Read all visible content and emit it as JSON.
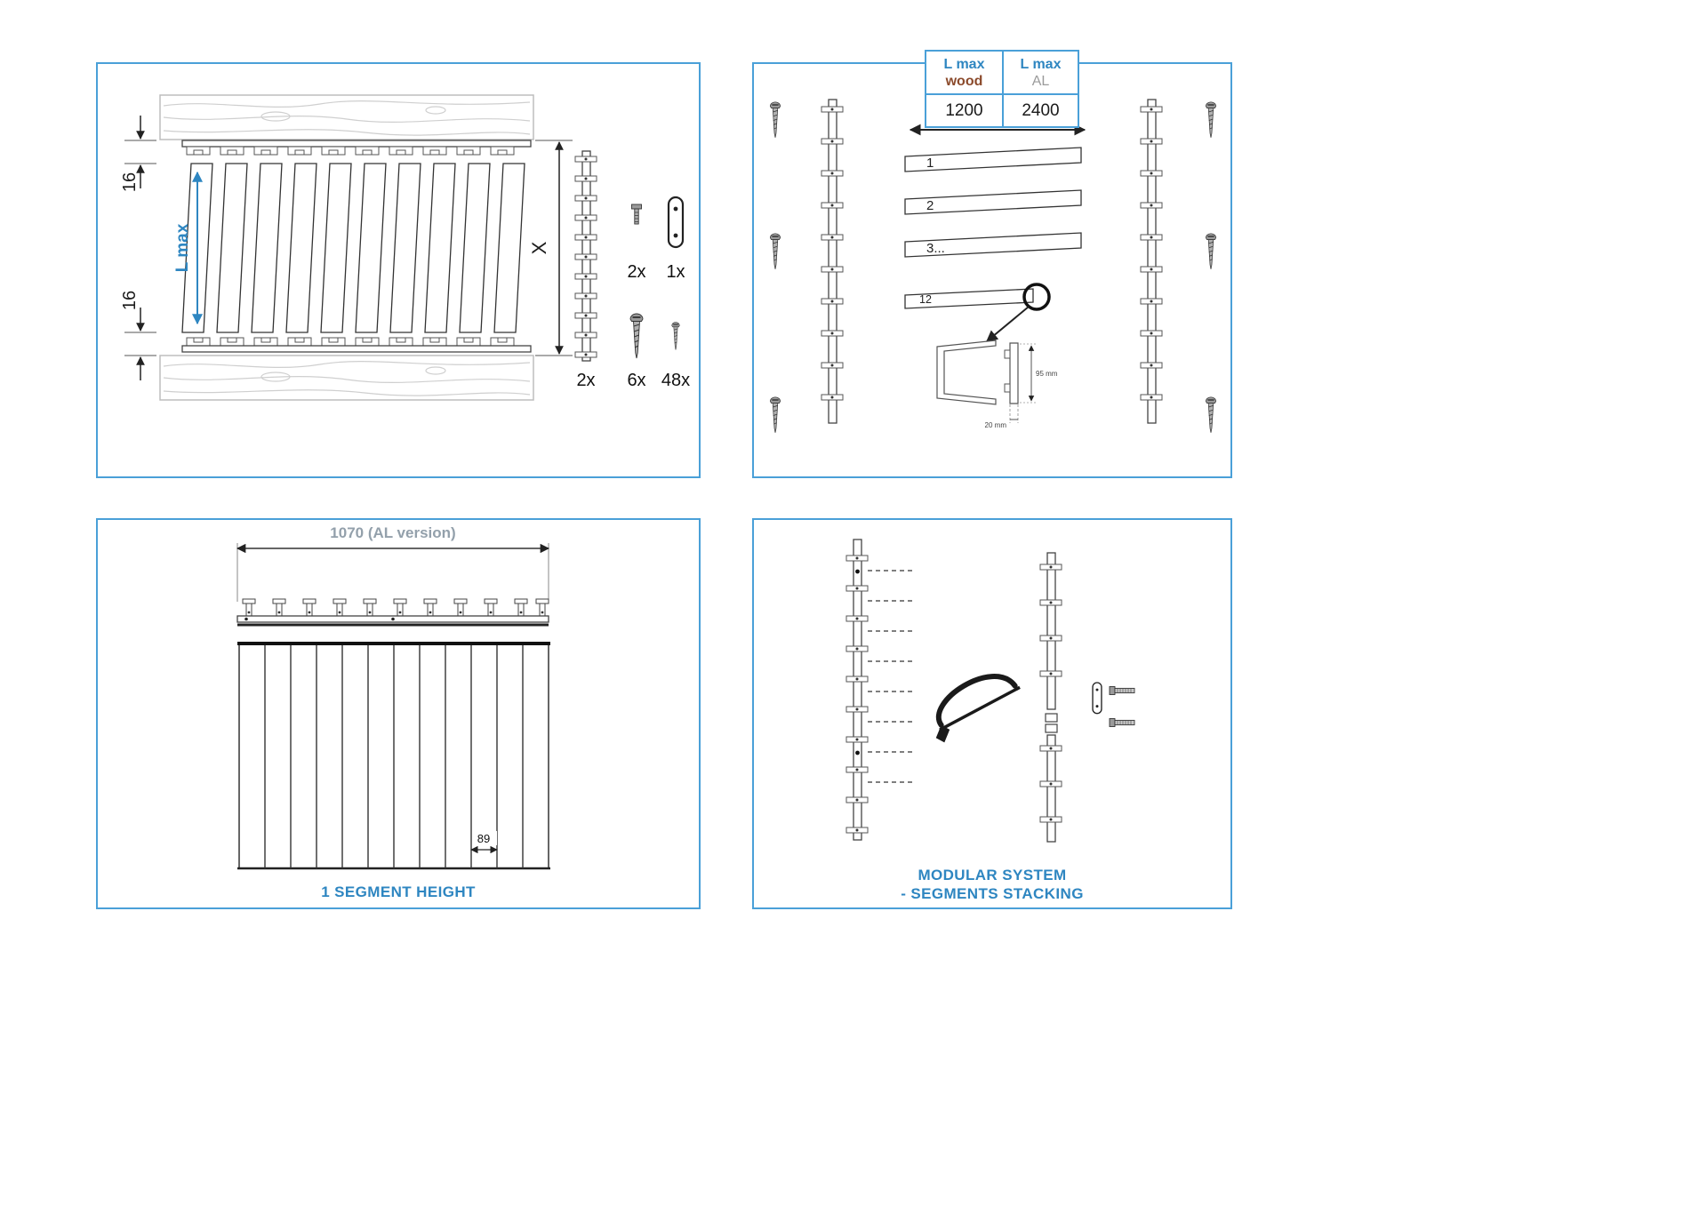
{
  "colors": {
    "panel_border": "#4aa0d8",
    "accent_blue": "#2e86c1",
    "wood_brown": "#8b4a2b",
    "al_gray": "#9b9b9b",
    "dim_gray": "#93a0ab"
  },
  "icons": [
    "wood-plank",
    "slat",
    "mounting-rail",
    "bolt-icon",
    "connector-plate-icon",
    "screw-large-icon",
    "screw-small-icon",
    "magnifier-circle-icon",
    "hacksaw-icon"
  ],
  "panel_top_left": {
    "dim_top": "16",
    "dim_bottom": "16",
    "l_max": "L max",
    "x_dim": "X",
    "hardware": {
      "bolt_qty": "2x",
      "plate_qty": "1x",
      "rail_qty": "2x",
      "screw_large_qty": "6x",
      "screw_small_qty": "48x"
    }
  },
  "panel_top_right": {
    "table": {
      "col_wood": {
        "line1": "L max",
        "line2": "wood",
        "value": "1200"
      },
      "col_al": {
        "line1": "L max",
        "line2": "AL",
        "value": "2400"
      }
    },
    "slats": {
      "first": "1",
      "second": "2",
      "third": "3...",
      "last": "12"
    },
    "dims": {
      "height": "95 mm",
      "depth": "20 mm"
    }
  },
  "panel_bottom_left": {
    "width_dim": "1070 (AL version)",
    "slat_dim": "89",
    "caption": "1 SEGMENT HEIGHT"
  },
  "panel_bottom_right": {
    "caption_line1": "MODULAR SYSTEM",
    "caption_line2": "- SEGMENTS STACKING"
  }
}
